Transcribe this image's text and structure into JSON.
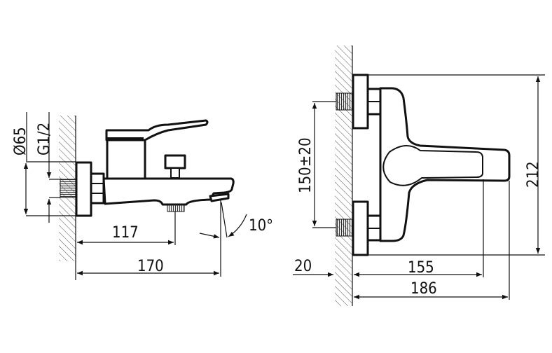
{
  "drawing": {
    "side_view": {
      "dimensions": {
        "escutcheon_diameter": "Ø65",
        "thread": "G1/2",
        "outlet_distance": "117",
        "total_depth": "170",
        "spout_angle": "10°"
      }
    },
    "front_view": {
      "dimensions": {
        "center_distance": "150±20",
        "height": "212",
        "wall_offset": "20",
        "lever_depth": "155",
        "total_depth": "186"
      }
    },
    "colors": {
      "line": "#111111",
      "background": "#ffffff"
    }
  }
}
